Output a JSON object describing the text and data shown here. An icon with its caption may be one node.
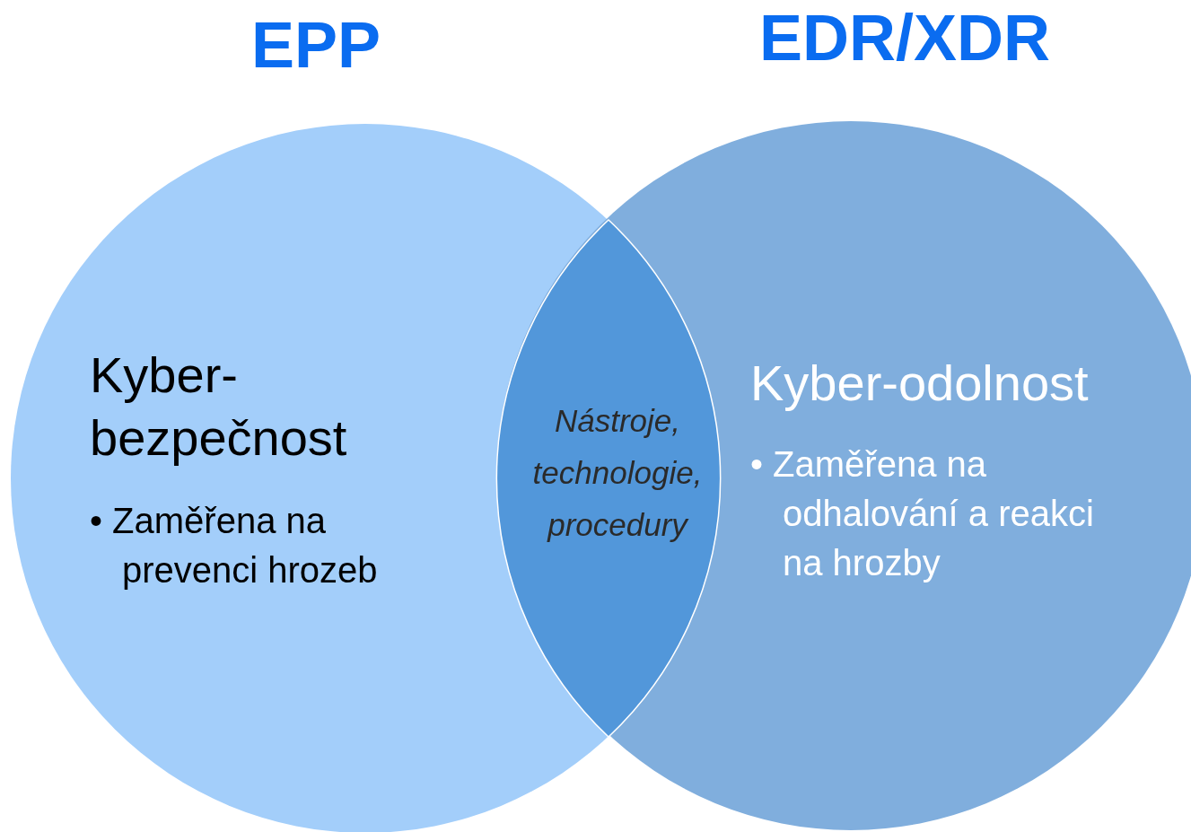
{
  "diagram": {
    "nodes": [
      {
        "text": [
          "EPP",
          "Kyber- bezpečnost",
          "• Zaměřena na prevenci hrozeb"
        ]
      },
      {
        "text": [
          "EDR/XDR",
          "Kyber-odolnost",
          "• Zaměřena na odhalování a reakci na hrozby"
        ]
      },
      {
        "text": [
          "Nástroje, technologie, procedury"
        ]
      }
    ]
  }
}
